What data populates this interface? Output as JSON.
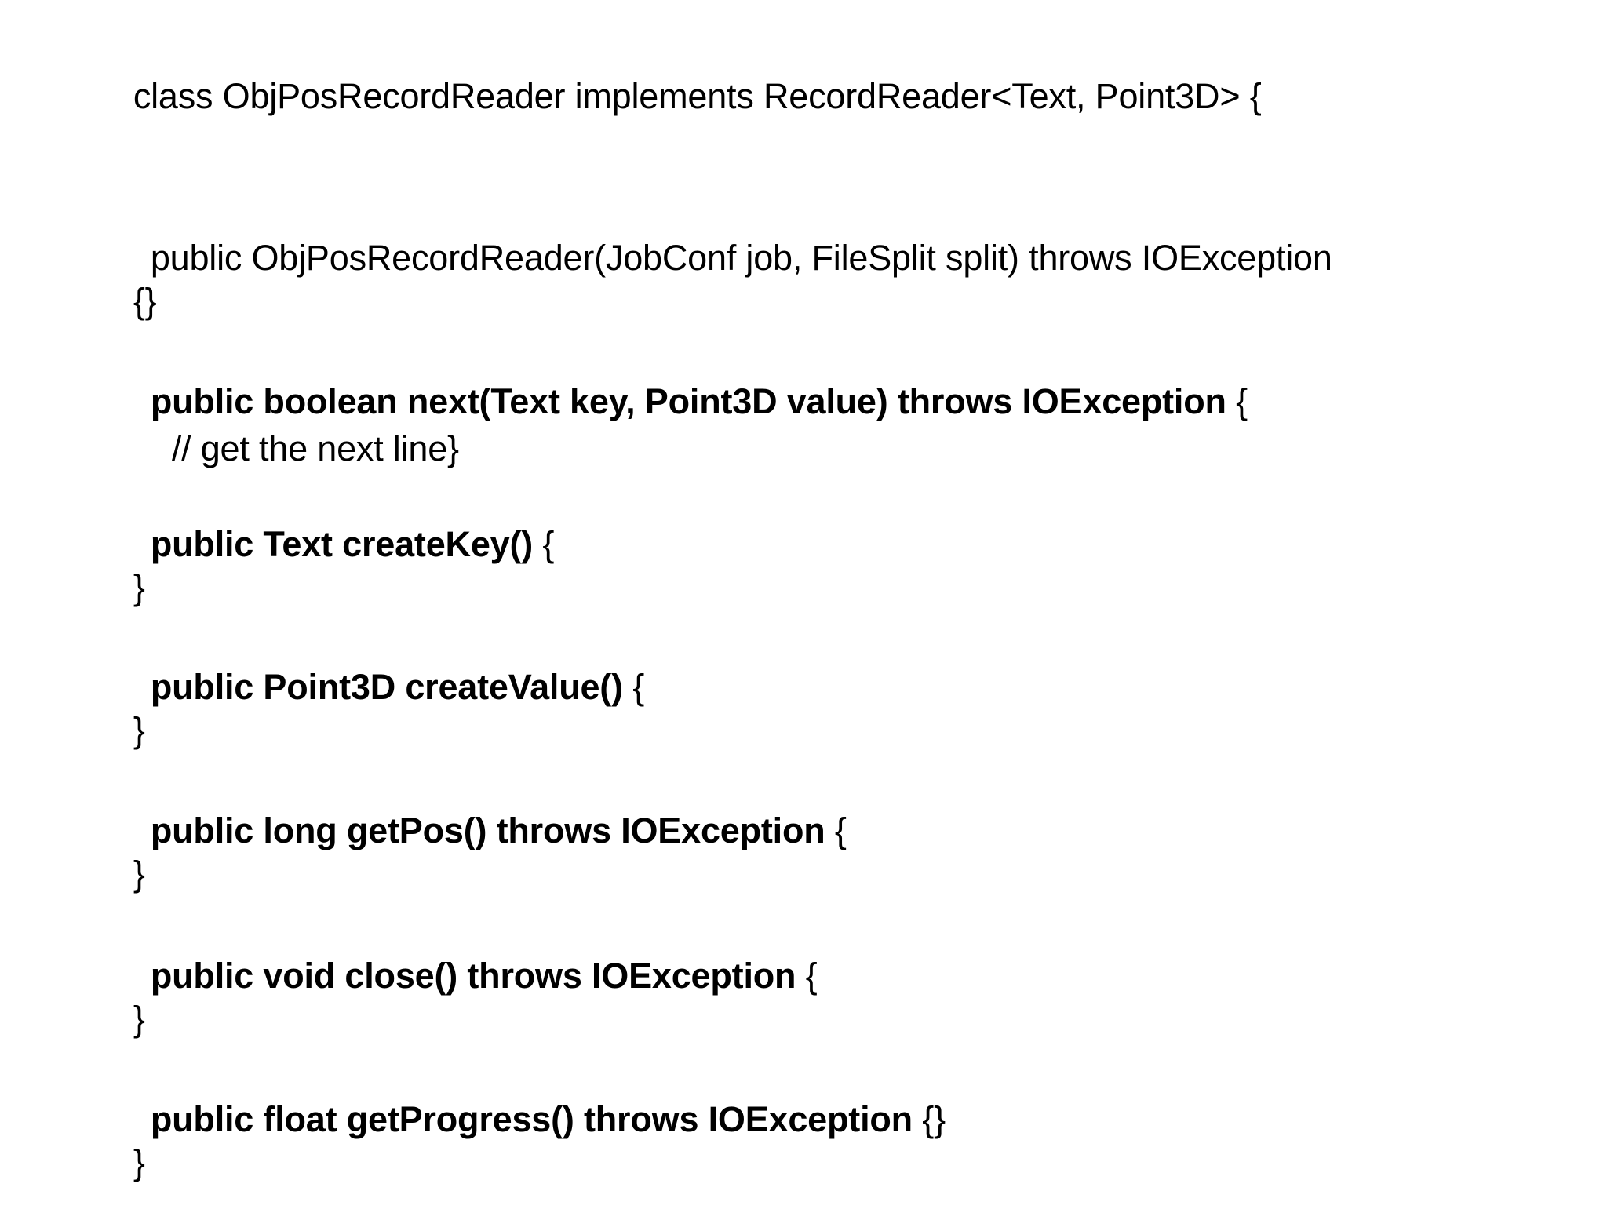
{
  "document": {
    "kind": "code-slide",
    "background_color": "#ffffff",
    "text_color": "#000000",
    "language": "Java",
    "code_lines": [
      {
        "id": "line-class-declaration",
        "weight": "regular",
        "indent": "none",
        "text": "class ObjPosRecordReader implements RecordReader<Text, Point3D> {"
      },
      {
        "id": "line-constructor",
        "weight": "regular",
        "indent": "one",
        "text": "public ObjPosRecordReader(JobConf job, FileSplit split) throws IOException"
      },
      {
        "id": "line-constructor-body",
        "weight": "regular",
        "indent": "none",
        "text": "{}"
      },
      {
        "id": "line-next-signature",
        "weight": "mixed",
        "indent": "one",
        "text": "public boolean next(Text key, Point3D value) throws IOException {",
        "bold_part": "public boolean next(Text key, Point3D value) throws IOException",
        "regular_part": " {"
      },
      {
        "id": "line-next-comment",
        "weight": "regular",
        "indent": "two",
        "text": "// get the next line}"
      },
      {
        "id": "line-createkey-signature",
        "weight": "mixed",
        "indent": "one",
        "text": "public Text createKey() {",
        "bold_part": "public Text createKey()",
        "regular_part": " {"
      },
      {
        "id": "line-createkey-close",
        "weight": "regular",
        "indent": "none",
        "text": "}"
      },
      {
        "id": "line-createvalue-signature",
        "weight": "mixed",
        "indent": "one",
        "text": "public Point3D createValue() {",
        "bold_part": "public Point3D createValue()",
        "regular_part": " {"
      },
      {
        "id": "line-createvalue-close",
        "weight": "regular",
        "indent": "none",
        "text": "}"
      },
      {
        "id": "line-getpos-signature",
        "weight": "mixed",
        "indent": "one",
        "text": "public long getPos() throws IOException {",
        "bold_part": "public long getPos() throws IOException",
        "regular_part": " {"
      },
      {
        "id": "line-getpos-close",
        "weight": "regular",
        "indent": "none",
        "text": "}"
      },
      {
        "id": "line-close-signature",
        "weight": "mixed",
        "indent": "one",
        "text": "public void close() throws IOException {",
        "bold_part": "public void close() throws IOException",
        "regular_part": " {"
      },
      {
        "id": "line-close-close",
        "weight": "regular",
        "indent": "none",
        "text": "}"
      },
      {
        "id": "line-getprogress-signature",
        "weight": "mixed",
        "indent": "one",
        "text": "public float getProgress() throws IOException {}",
        "bold_part": "public float getProgress() throws IOException",
        "regular_part": " {}"
      },
      {
        "id": "line-class-close",
        "weight": "regular",
        "indent": "none",
        "text": "}"
      }
    ]
  }
}
